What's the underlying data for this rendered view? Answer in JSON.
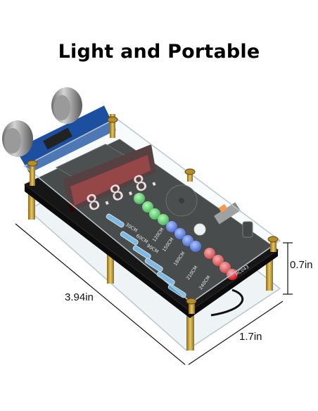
{
  "headline": "Light and Portable",
  "dimensions": {
    "length": "3.94in",
    "width": "1.7in",
    "height": "0.7in"
  },
  "board": {
    "distance_labels": [
      "30CM",
      "60CM",
      "90CM",
      "120CM",
      "150CM",
      "180CM",
      "210CM",
      "240CM"
    ],
    "model": "HC043",
    "colors": {
      "pcb": "#161616",
      "led_green": "#1fc93a",
      "led_blue": "#1f5cff",
      "led_red": "#ff1a1a",
      "display": "#8c1010",
      "standoff": "#c9a23a",
      "sensor_pcb": "#1d4fa0"
    }
  }
}
